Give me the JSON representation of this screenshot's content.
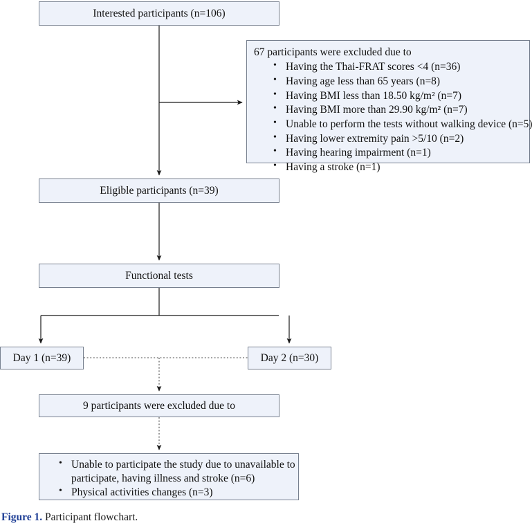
{
  "figure": {
    "label": "Figure 1.",
    "caption": "Participant flowchart."
  },
  "colors": {
    "box_fill": "#eef2fa",
    "box_border": "#77808f",
    "connector": "#262626",
    "caption_accent": "#1f3f96",
    "text": "#111111"
  },
  "nodes": {
    "interested": {
      "id": "interested-participants",
      "text": "Interested participants (n=106)"
    },
    "excluded_first": {
      "id": "first-exclusion",
      "intro": "67 participants were excluded due to",
      "reasons": [
        "Having the Thai-FRAT scores <4 (n=36)",
        "Having age less than 65 years (n=8)",
        "Having BMI less than 18.50 kg/m² (n=7)",
        "Having BMI more than 29.90 kg/m² (n=7)",
        "Unable to perform the tests without walking device (n=5)",
        "Having lower extremity pain >5/10 (n=2)",
        "Having hearing impairment (n=1)",
        "Having a stroke (n=1)"
      ]
    },
    "eligible": {
      "id": "eligible-participants",
      "text": "Eligible participants (n=39)"
    },
    "functional_tests": {
      "id": "functional-tests",
      "text": "Functional tests"
    },
    "day1": {
      "id": "day-1",
      "text": "Day 1 (n=39)"
    },
    "day2": {
      "id": "day-2",
      "text": "Day 2 (n=30)"
    },
    "excluded_second": {
      "id": "second-exclusion",
      "text": "9 participants were excluded due to"
    },
    "reasons_second": {
      "id": "second-exclusion-reasons",
      "reasons": [
        "Unable to participate the study due to unavailable to participate, having illness and stroke (n=6)",
        "Physical activities changes (n=3)"
      ]
    }
  },
  "edges": [
    {
      "name": "interested-to-eligible",
      "style": "solid"
    },
    {
      "name": "interested-to-first-exclusion",
      "style": "solid"
    },
    {
      "name": "eligible-to-functional-tests",
      "style": "solid"
    },
    {
      "name": "functional-tests-to-day1",
      "style": "solid"
    },
    {
      "name": "functional-tests-to-day2",
      "style": "solid"
    },
    {
      "name": "day1-to-day2-link",
      "style": "dotted"
    },
    {
      "name": "day-link-to-second-exclusion",
      "style": "dotted"
    },
    {
      "name": "second-exclusion-to-reasons",
      "style": "dotted"
    }
  ]
}
